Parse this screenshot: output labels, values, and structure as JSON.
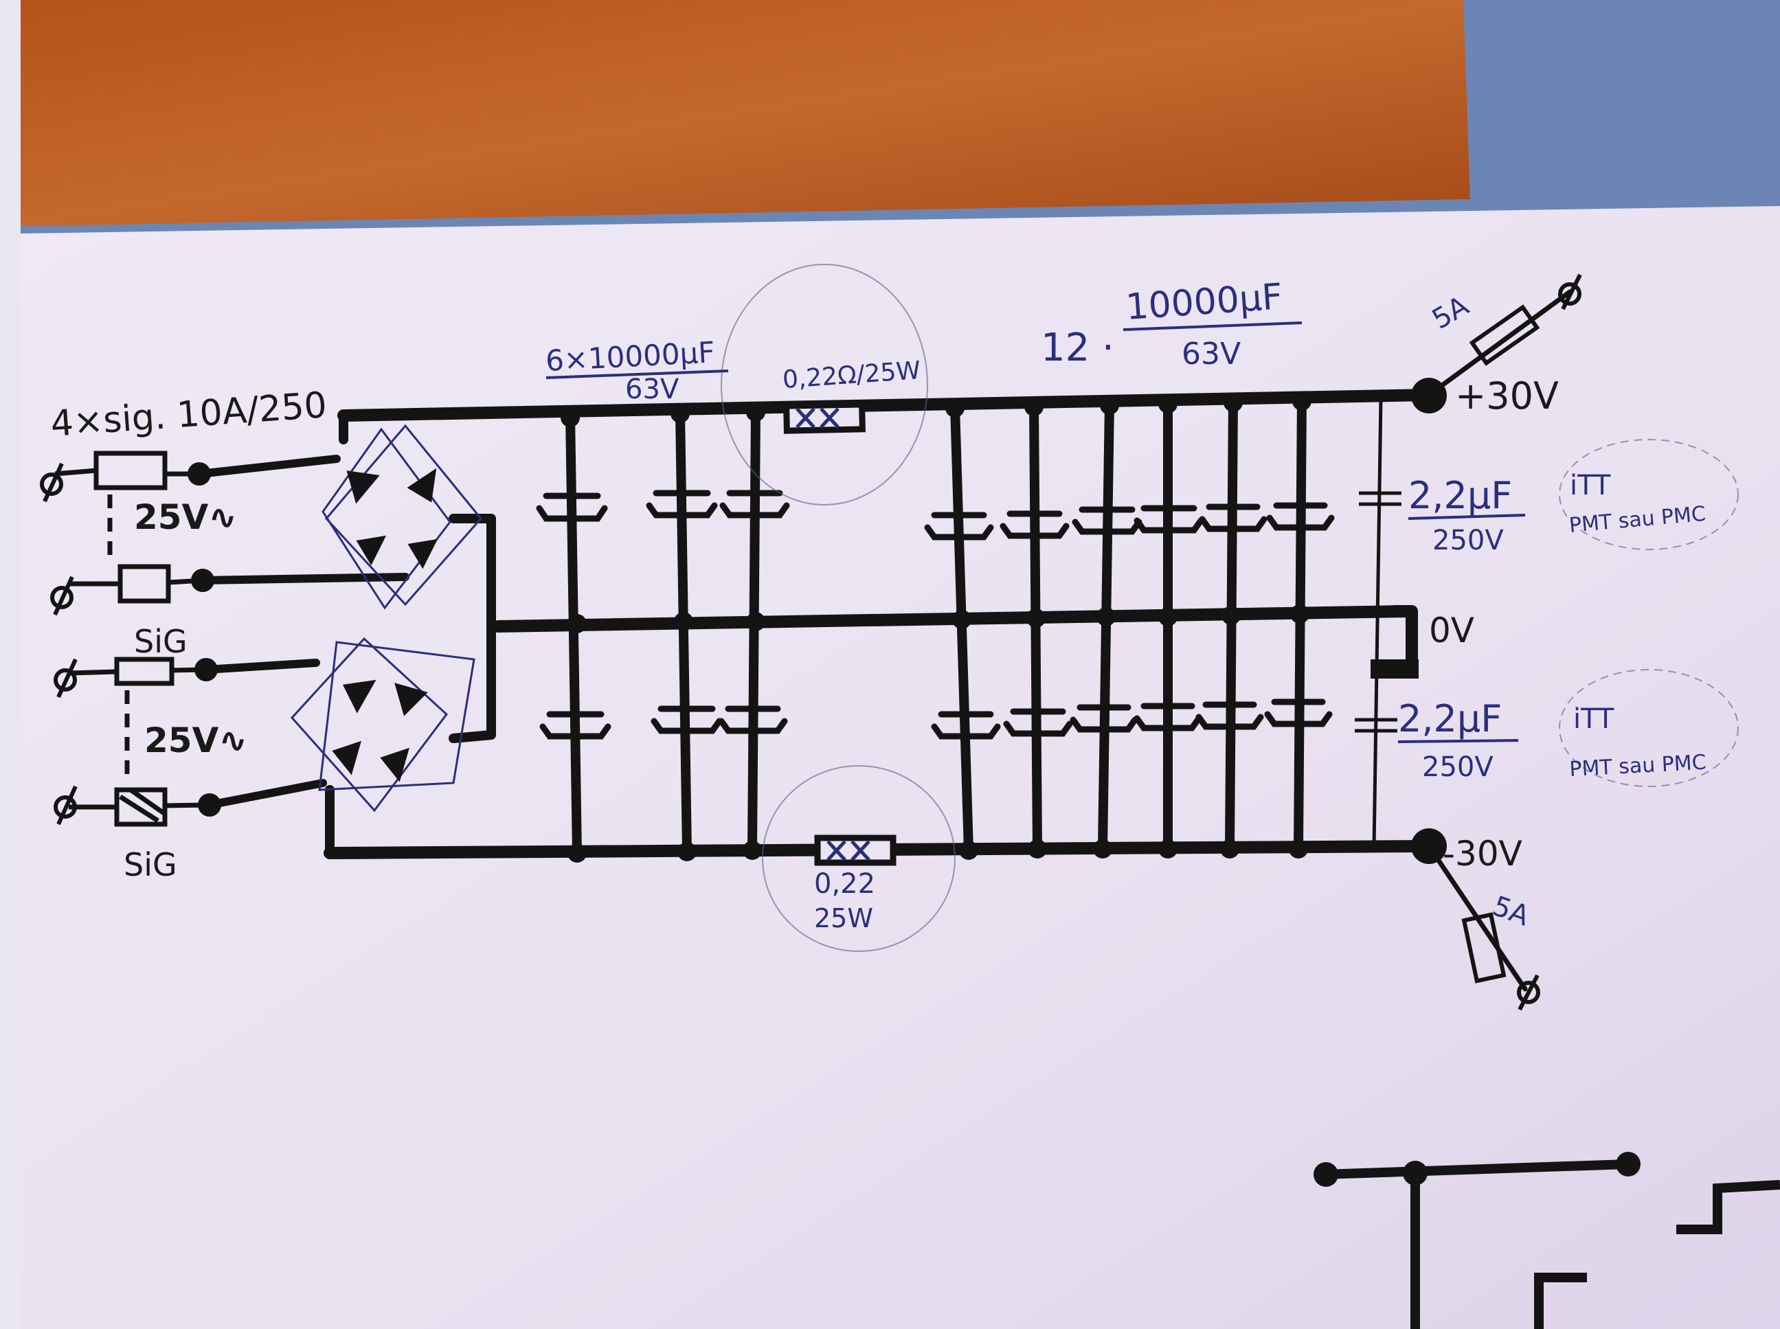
{
  "labels": {
    "fuse_spec": "4×sig. 10A/250",
    "transformer_top_voltage": "25V∿",
    "transformer_top_name": "SiG",
    "transformer_bottom_voltage": "25V∿",
    "transformer_bottom_name": "SiG",
    "cap_bank1_top": "6×10000µF",
    "cap_bank1_bottom": "63V",
    "resistor_top": "0,22Ω/25W",
    "cap_bank2_count": "12 ·",
    "cap_bank2_top": "10000µF",
    "cap_bank2_bottom": "63V",
    "fuse_top_rating": "5A",
    "rail_pos": "+30V",
    "rail_gnd": "0V",
    "rail_neg": "-30V",
    "film_cap_top_value": "2,2µF",
    "film_cap_top_voltage": "250V",
    "film_cap_top_note1": "iTT",
    "film_cap_top_note2": "PMT sau PMC",
    "film_cap_bottom_value": "2,2µF",
    "film_cap_bottom_voltage": "250V",
    "film_cap_bottom_note1": "iTT",
    "film_cap_bottom_note2": "PMT sau PMC",
    "resistor_bottom_value": "0,22",
    "resistor_bottom_power": "25W",
    "fuse_bottom_rating": "5A"
  },
  "colors": {
    "ink": "#141414",
    "pen_blue": "#2b2f7a",
    "paper": "#ece4f2",
    "wood": "#b85a22"
  }
}
